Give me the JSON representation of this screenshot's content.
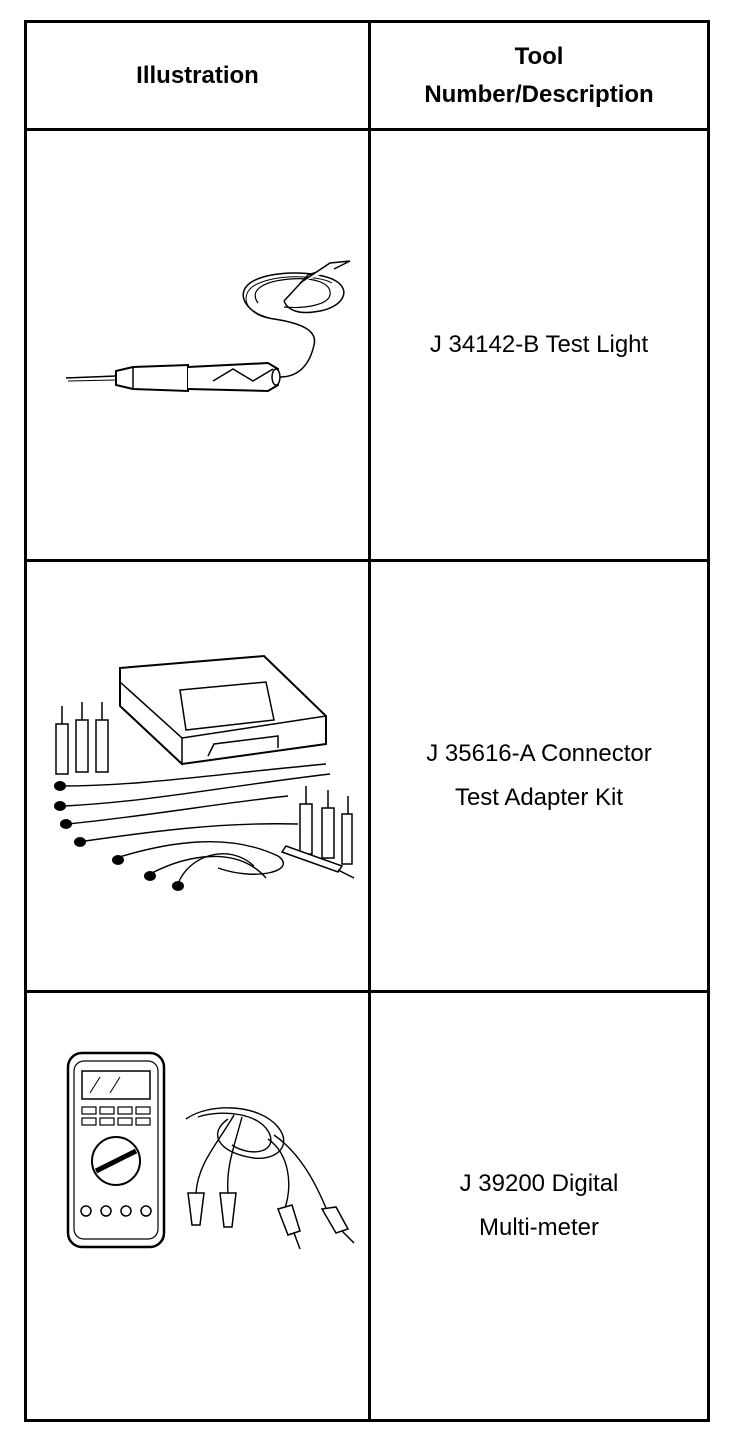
{
  "table": {
    "headers": {
      "illustration": "Illustration",
      "tool_line1": "Tool",
      "tool_line2": "Number/Description"
    },
    "rows": [
      {
        "illustration_icon": "test-light-icon",
        "description_lines": [
          "J 34142-B Test Light"
        ]
      },
      {
        "illustration_icon": "connector-test-adapter-kit-icon",
        "description_lines": [
          "J 35616-A Connector",
          "Test Adapter Kit"
        ]
      },
      {
        "illustration_icon": "digital-multimeter-icon",
        "description_lines": [
          "J 39200 Digital",
          "Multi-meter"
        ]
      }
    ]
  }
}
